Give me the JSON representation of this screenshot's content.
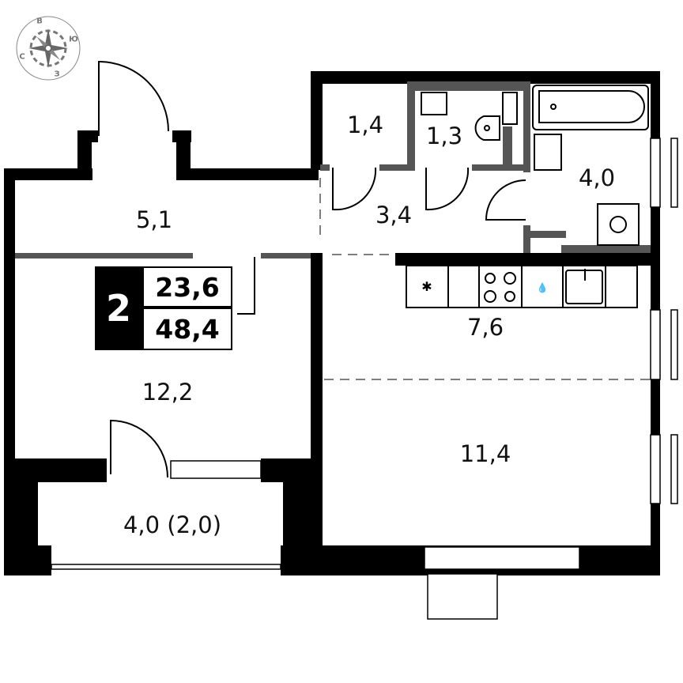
{
  "plan": {
    "rooms_count": "2",
    "living_area": "23,6",
    "total_area": "48,4"
  },
  "compass": {
    "north": "С",
    "east": "В",
    "south": "Ю",
    "west": "З"
  },
  "rooms": [
    {
      "id": "hall",
      "area": "5,1"
    },
    {
      "id": "closet",
      "area": "1,4"
    },
    {
      "id": "toilet",
      "area": "1,3"
    },
    {
      "id": "bathroom",
      "area": "4,0"
    },
    {
      "id": "corridor",
      "area": "3,4"
    },
    {
      "id": "kitchen",
      "area": "7,6"
    },
    {
      "id": "bedroom",
      "area": "12,2"
    },
    {
      "id": "living",
      "area": "11,4"
    },
    {
      "id": "balcony",
      "area": "4,0 (2,0)"
    }
  ],
  "colors": {
    "wall": "#000000",
    "partition": "#555555",
    "compass": "#777777"
  }
}
